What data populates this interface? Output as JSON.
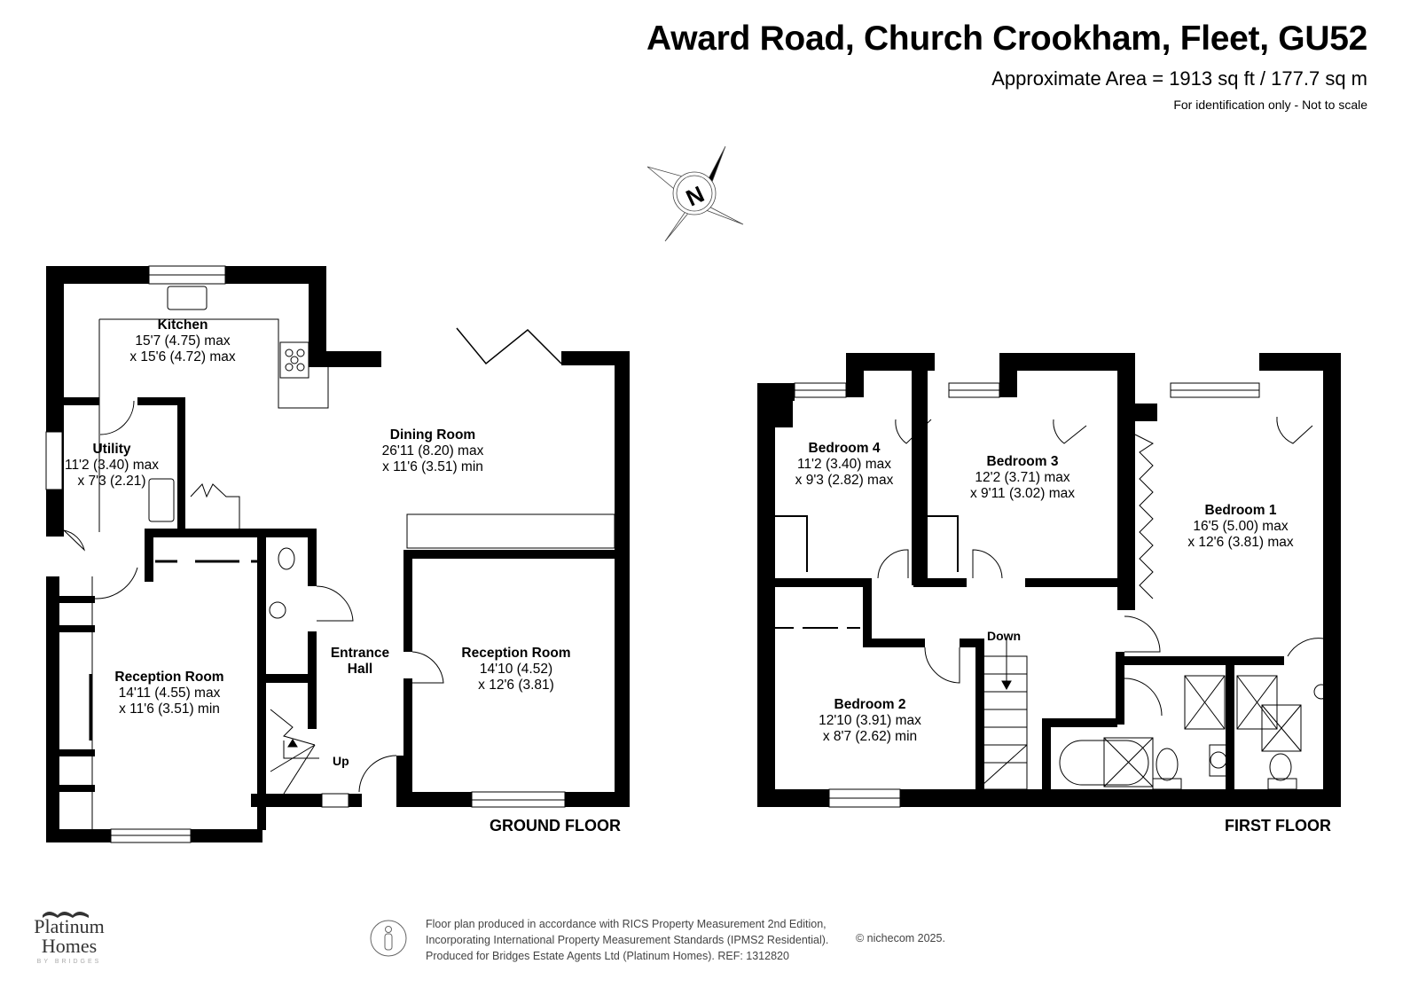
{
  "header": {
    "title": "Award Road, Church Crookham, Fleet, GU52",
    "area": "Approximate Area = 1913 sq ft / 177.7 sq m",
    "note": "For identification only - Not to scale"
  },
  "compass": {
    "icon": "north-arrow-compass-icon",
    "label": "N"
  },
  "ground_floor": {
    "label": "GROUND FLOOR",
    "rooms": [
      {
        "name": "Kitchen",
        "dim1": "15'7 (4.75) max",
        "dim2": "x 15'6 (4.72) max"
      },
      {
        "name": "Utility",
        "dim1": "11'2 (3.40) max",
        "dim2": "x 7'3 (2.21)"
      },
      {
        "name": "Dining Room",
        "dim1": "26'11 (8.20) max",
        "dim2": "x 11'6 (3.51) min"
      },
      {
        "name": "Reception Room",
        "dim1": "14'11 (4.55) max",
        "dim2": "x 11'6 (3.51) min"
      },
      {
        "name": "Entrance",
        "dim1": "Hall",
        "dim2": ""
      },
      {
        "name": "Reception Room",
        "dim1": "14'10 (4.52)",
        "dim2": "x 12'6 (3.81)"
      }
    ],
    "stairs_label": "Up"
  },
  "first_floor": {
    "label": "FIRST FLOOR",
    "rooms": [
      {
        "name": "Bedroom 4",
        "dim1": "11'2 (3.40) max",
        "dim2": "x 9'3 (2.82) max"
      },
      {
        "name": "Bedroom 3",
        "dim1": "12'2 (3.71) max",
        "dim2": "x 9'11 (3.02) max"
      },
      {
        "name": "Bedroom 1",
        "dim1": "16'5 (5.00) max",
        "dim2": "x 12'6 (3.81) max"
      },
      {
        "name": "Bedroom 2",
        "dim1": "12'10 (3.91) max",
        "dim2": "x 8'7 (2.62) min"
      }
    ],
    "stairs_label": "Down"
  },
  "footer": {
    "lines": [
      "Floor plan produced in accordance with RICS Property Measurement 2nd Edition,",
      "Incorporating International Property Measurement Standards (IPMS2 Residential).",
      "Produced for Bridges Estate Agents Ltd (Platinum Homes).   REF: 1312820"
    ],
    "copyright": "© nichecom 2025.",
    "person_icon": "ipms-person-icon"
  },
  "logo": {
    "line1": "Platinum",
    "line2": "Homes",
    "line3": "BY BRIDGES"
  }
}
